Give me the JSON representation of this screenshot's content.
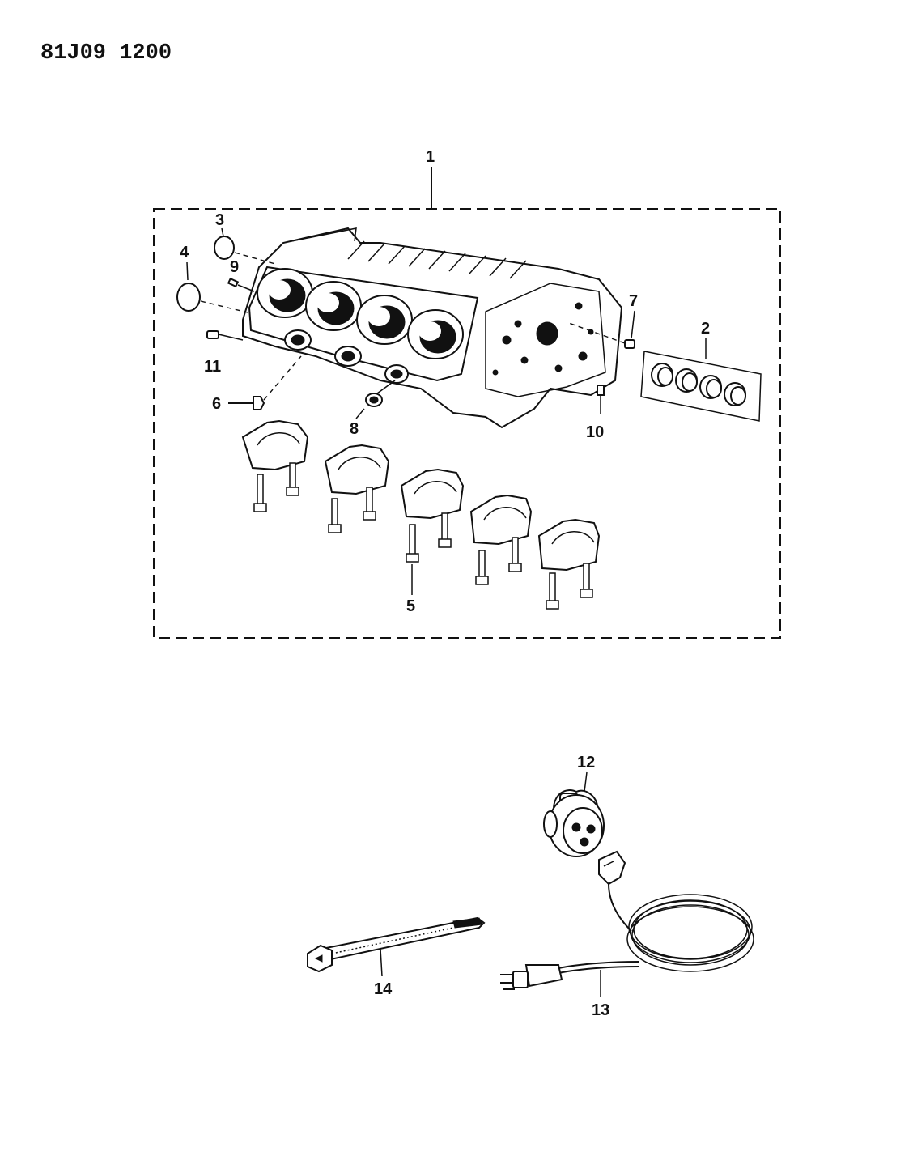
{
  "header": {
    "diagram_code": "81J09 1200"
  },
  "callouts": {
    "c1": "1",
    "c2": "2",
    "c3": "3",
    "c4": "4",
    "c5": "5",
    "c6": "6",
    "c7": "7",
    "c8": "8",
    "c9": "9",
    "c10": "10",
    "c11": "11",
    "c12": "12",
    "c13": "13",
    "c14": "14"
  }
}
